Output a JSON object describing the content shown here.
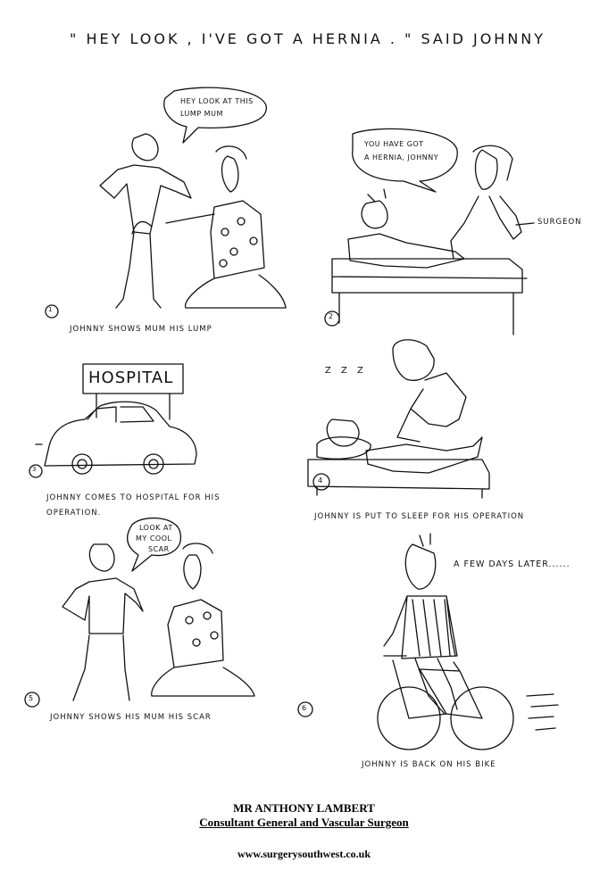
{
  "title": "\" HEY LOOK , I'VE GOT A HERNIA . \" SAID JOHNNY",
  "panels": [
    {
      "number": "1",
      "bubble": [
        "HEY LOOK AT THIS",
        "LUMP MUM"
      ],
      "caption": [
        "JOHNNY SHOWS MUM HIS LUMP"
      ]
    },
    {
      "number": "2",
      "bubble": [
        "YOU HAVE GOT",
        "A HERNIA, JOHNNY"
      ],
      "label": "SURGEON",
      "caption": []
    },
    {
      "number": "3",
      "sign": "HOSPITAL",
      "caption": [
        "JOHNNY COMES TO HOSPITAL FOR HIS",
        "OPERATION."
      ]
    },
    {
      "number": "4",
      "sleep": "Z Z Z",
      "caption": [
        "JOHNNY IS PUT TO SLEEP FOR HIS OPERATION"
      ]
    },
    {
      "number": "5",
      "bubble": [
        "LOOK AT",
        "MY COOL",
        "SCAR"
      ],
      "caption": [
        "JOHNNY SHOWS HIS MUM HIS SCAR"
      ]
    },
    {
      "number": "6",
      "note": "A FEW DAYS LATER......",
      "caption": [
        "JOHNNY IS BACK ON HIS BIKE"
      ]
    }
  ],
  "footer": {
    "name": "MR ANTHONY LAMBERT",
    "role": "Consultant General and Vascular Surgeon",
    "website": "www.surgerysouthwest.co.uk"
  }
}
